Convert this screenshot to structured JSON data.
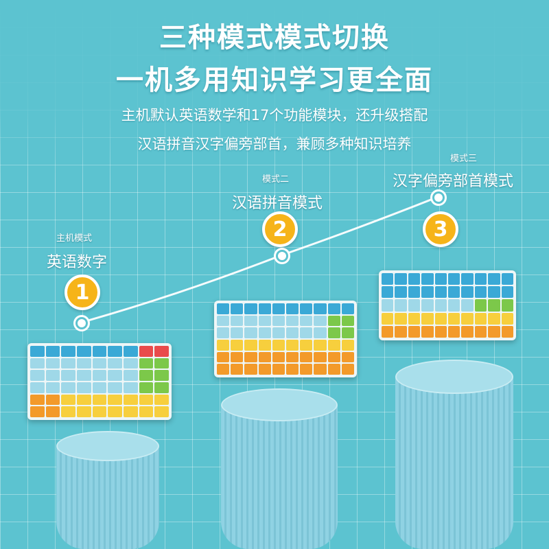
{
  "header": {
    "title_line1": "三种模式模式切换",
    "title_line2": "一机多用知识学习更全面",
    "subtitle_line1": "主机默认英语数学和17个功能模块，还升级搭配",
    "subtitle_line2": "汉语拼音汉字偏旁部首，兼顾多种知识培养"
  },
  "modes": [
    {
      "tag": "主机模式",
      "name": "英语数字",
      "number": "1"
    },
    {
      "tag": "模式二",
      "name": "汉语拼音模式",
      "number": "2"
    },
    {
      "tag": "模式三",
      "name": "汉字偏旁部首模式",
      "number": "3"
    }
  ],
  "colors": {
    "background": "#5cc3d0",
    "badge": "#f6b419",
    "pedestal": "#8fd2e3"
  }
}
